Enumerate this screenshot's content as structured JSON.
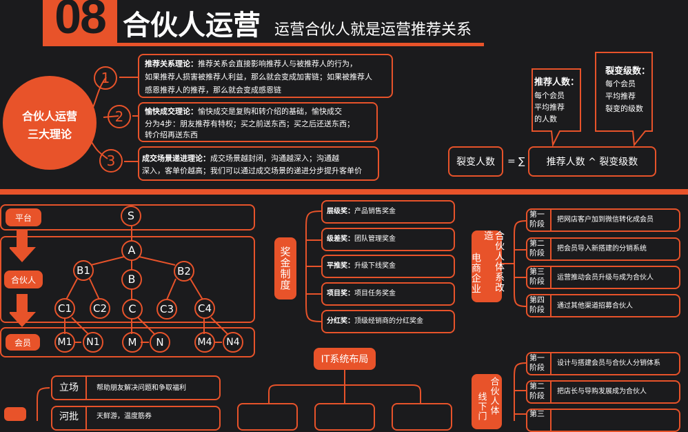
{
  "header": {
    "number": "08",
    "title": "合伙人运营",
    "subtitle": "运营合伙人就是运营推荐关系"
  },
  "theories": {
    "center_line1": "合伙人运营",
    "center_line2": "三大理论",
    "items": [
      {
        "num": "1",
        "title": "推荐关系理论：",
        "line1": "推荐关系会直接影响推荐人与被推荐人的行为，",
        "line2": "如果推荐人损害被推荐人利益，那么就会变成加害链；如果被推荐人",
        "line3": "感恩推荐人的推荐，那么就会变成感恩链"
      },
      {
        "num": "2",
        "title": "愉快成交理论：",
        "line1": "愉快成交是复购和转介绍的基础，愉快成交",
        "line2": "分为4步：朋友推荐有特权；买之前送东西；买之后还送东西；",
        "line3": "转介绍再送东西"
      },
      {
        "num": "3",
        "title": "成交场景递进理论：",
        "line1": "成交场景越封闭，沟通越深入；沟通越",
        "line2": "深入，客单价越高；我们可以通过成交场景的递进分步提升客单价",
        "line3": ""
      }
    ]
  },
  "formula": {
    "callout1_title": "推荐人数：",
    "callout1_l1": "每个会员",
    "callout1_l2": "平均推荐",
    "callout1_l3": "的人数",
    "callout2_title": "裂变级数：",
    "callout2_l1": "每个会员",
    "callout2_l2": "平均推荐",
    "callout2_l3": "裂变的级数",
    "left_box": "裂变人数",
    "operator": "= ∑",
    "right_box": "推荐人数 ^ 裂变级数"
  },
  "tree": {
    "labels": [
      "平台",
      "合伙人",
      "会员"
    ],
    "nodes": {
      "S": "S",
      "A": "A",
      "B1": "B1",
      "B": "B",
      "B2": "B2",
      "C1": "C1",
      "C2": "C2",
      "C": "C",
      "C3": "C3",
      "C4": "C4",
      "M1": "M1",
      "N1": "N1",
      "M": "M",
      "N": "N",
      "M4": "M4",
      "N4": "N4"
    }
  },
  "bonus": {
    "label": "奖金制度",
    "items": [
      {
        "k": "层级奖：",
        "v": "产品销售奖金"
      },
      {
        "k": "级差奖：",
        "v": "团队管理奖金"
      },
      {
        "k": "平推奖：",
        "v": "升级下线奖金"
      },
      {
        "k": "项目奖：",
        "v": "项目任务奖金"
      },
      {
        "k": "分红奖：",
        "v": "顶级经销商的分红奖金"
      }
    ]
  },
  "ecommerce": {
    "label_a": "合伙人体系改造",
    "label_b": "电商企业",
    "stages": [
      {
        "stage_l1": "第一",
        "stage_l2": "阶段",
        "text": "把网店客户加到微信转化成会员"
      },
      {
        "stage_l1": "第二",
        "stage_l2": "阶段",
        "text": "把会员导入新搭建的分销系统"
      },
      {
        "stage_l1": "第三",
        "stage_l2": "阶段",
        "text": "运营推动会员升级与成为合伙人"
      },
      {
        "stage_l1": "第四",
        "stage_l2": "阶段",
        "text": "通过其他渠道招募合伙人"
      }
    ]
  },
  "offline": {
    "label_a": "合伙人体",
    "label_b": "线下门",
    "stages": [
      {
        "stage_l1": "第一",
        "stage_l2": "阶段",
        "text": "设计与搭建会员与合伙人分销体系"
      },
      {
        "stage_l1": "第二",
        "stage_l2": "阶段",
        "text": "把店长与导购发展成为合伙人"
      },
      {
        "stage_l1": "第三",
        "stage_l2": "",
        "text": ""
      }
    ]
  },
  "it": {
    "title": "IT系统布局"
  },
  "position": {
    "rows": [
      {
        "k": "立场",
        "v": "帮助朋友解决问题和争取福利"
      },
      {
        "k": "河批",
        "v": "天鲜游，温度筋券"
      }
    ]
  }
}
